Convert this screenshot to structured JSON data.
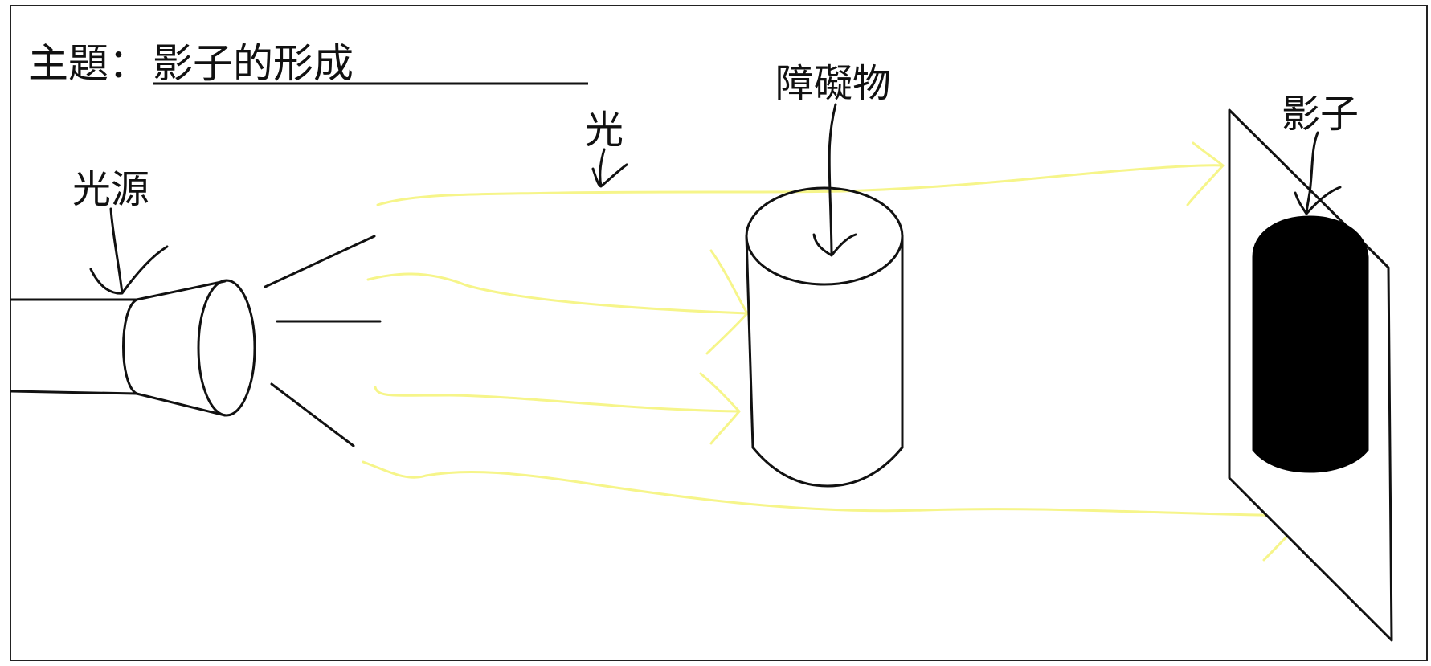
{
  "title": {
    "prefix": "主題：",
    "topic": "影子的形成"
  },
  "labels": {
    "light_source": "光源",
    "light": "光",
    "obstacle": "障礙物",
    "shadow": "影子"
  },
  "colors": {
    "ink": "#111111",
    "light_ray": "#f6f58a",
    "shadow_fill": "#000000",
    "background": "#ffffff"
  }
}
